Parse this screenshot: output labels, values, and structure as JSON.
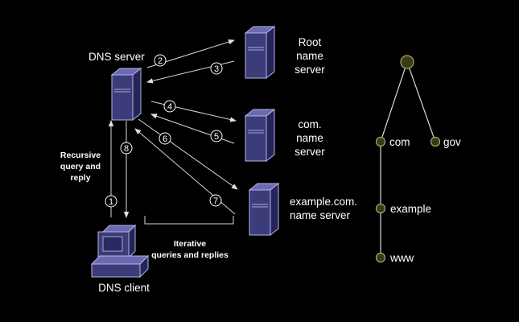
{
  "colors": {
    "background": "#000000",
    "server_fill": "#3c3c7a",
    "server_stroke": "#9fa0d8",
    "node_fill": "#3a3a16",
    "node_stroke": "#a8a870",
    "line": "#d8d8d8"
  },
  "labels": {
    "dns_server": "DNS server",
    "root_line1": "Root",
    "root_line2": "name",
    "root_line3": "server",
    "com_line1": "com.",
    "com_line2": "name",
    "com_line3": "server",
    "example_line1": "example.com.",
    "example_line2": "name server",
    "dns_client": "DNS client",
    "recursive_line1": "Recursive",
    "recursive_line2": "query and",
    "recursive_line3": "reply",
    "iterative_line1": "Iterative",
    "iterative_line2": "queries and replies"
  },
  "steps": [
    "1",
    "2",
    "3",
    "4",
    "5",
    "6",
    "7",
    "8"
  ],
  "tree": {
    "root": "",
    "com": "com",
    "gov": "gov",
    "example": "example",
    "www": "www"
  },
  "icons": [
    "server-icon",
    "computer-icon"
  ]
}
